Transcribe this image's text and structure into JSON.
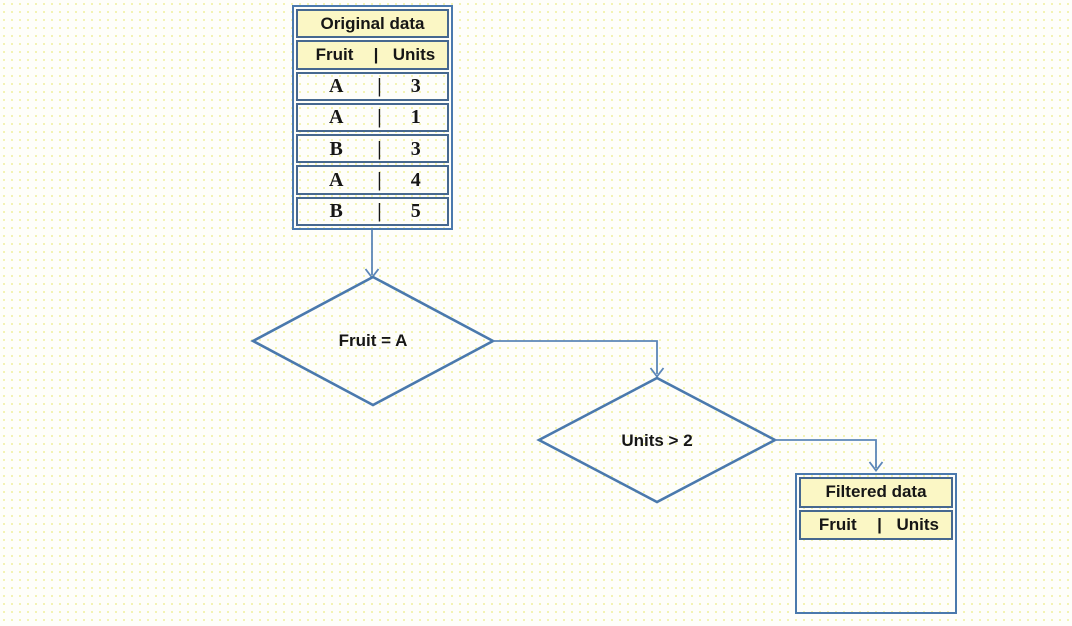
{
  "colors": {
    "shape_line": "#4a79ad",
    "cell_border": "#46688f",
    "header_fill": "#fbf7c5",
    "ink": "#161616"
  },
  "original_table": {
    "title": "Original data",
    "columns": [
      "Fruit",
      "Units"
    ],
    "separator": "|",
    "rows": [
      {
        "fruit": "A",
        "units": "3"
      },
      {
        "fruit": "A",
        "units": "1"
      },
      {
        "fruit": "B",
        "units": "3"
      },
      {
        "fruit": "A",
        "units": "4"
      },
      {
        "fruit": "B",
        "units": "5"
      }
    ]
  },
  "decision_1": {
    "label": "Fruit = A"
  },
  "decision_2": {
    "label": "Units > 2"
  },
  "filtered_table": {
    "title": "Filtered data",
    "columns": [
      "Fruit",
      "Units"
    ],
    "separator": "|",
    "rows": []
  }
}
